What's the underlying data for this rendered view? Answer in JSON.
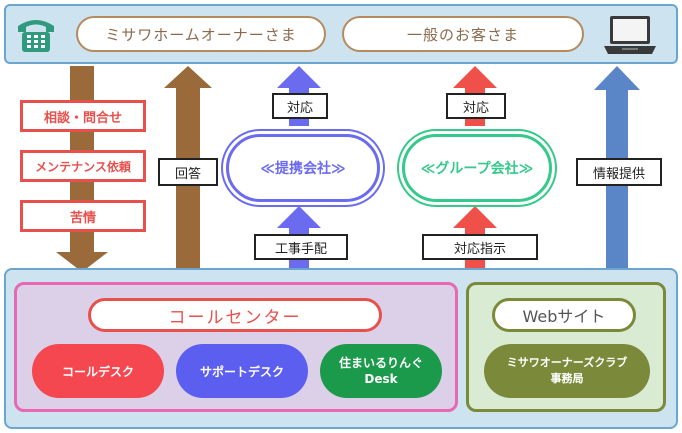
{
  "top": {
    "owner_label": "ミサワホームオーナーさま",
    "general_label": "一般のお客さま",
    "phone_icon": "phone-icon",
    "laptop_icon": "laptop-icon"
  },
  "left_column": {
    "items": [
      "相談・問合せ",
      "メンテナンス依頼",
      "苦情"
    ]
  },
  "answer_label": "回答",
  "partner": {
    "name": "≪提携会社≫",
    "top_label": "対応",
    "bottom_label": "工事手配",
    "color": "#6b6bf0"
  },
  "group": {
    "name": "≪グループ会社≫",
    "top_label": "対応",
    "bottom_label": "対応指示",
    "color": "#35c98a"
  },
  "info_label": "情報提供",
  "call_center": {
    "title": "コールセンター",
    "desks": [
      {
        "label": "コールデスク",
        "color": "#f5474f"
      },
      {
        "label": "サポートデスク",
        "color": "#5c5ef0"
      },
      {
        "label_line1": "住まいるりんぐ",
        "label_line2": "Desk",
        "color": "#1a9a4a"
      }
    ]
  },
  "web": {
    "title": "Webサイト",
    "club_line1": "ミサワオーナーズクラブ",
    "club_line2": "事務局",
    "color": "#7b8a3a"
  },
  "colors": {
    "brown_arrow": "#9a6a3a",
    "blue_arrow": "#5a86c8",
    "red_arrow": "#f0504a",
    "indigo_arrow": "#6b6bf0"
  }
}
